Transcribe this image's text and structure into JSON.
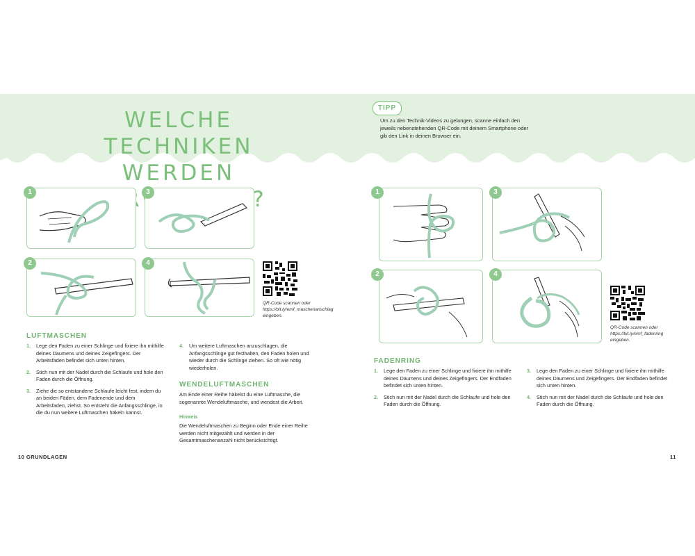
{
  "header": {
    "title_line1": "WELCHE TECHNIKEN",
    "title_line2": "WERDEN VERWENDET?",
    "tipp_label": "TIPP",
    "tipp_text": "Um zu den Technik-Videos zu gelangen, scanne einfach den jeweils nebenstehenden QR-Code mit deinem Smartphone oder gib den Link in deinen Browser ein."
  },
  "colors": {
    "accent": "#7bbf7b",
    "band": "#e3f1e0",
    "yarn": "#9fd0b6"
  },
  "left_page": {
    "panel_numbers": [
      "1",
      "3",
      "2",
      "4"
    ],
    "qr_caption_1": "QR-Code scannen oder",
    "qr_caption_2": "https://bit.ly/emf_maschenanschlag",
    "qr_caption_3": "eingeben.",
    "section_title": "LUFTMASCHEN",
    "steps": [
      {
        "n": "1.",
        "text": "Lege den Faden zu einer Schlinge und fixiere ihn mithilfe deines Daumens und deines Zeigefingers. Der Arbeitsfaden befindet sich unten hinten."
      },
      {
        "n": "2.",
        "text": "Stich nun mit der Nadel durch die Schlaufe und hole den Faden durch die Öffnung."
      },
      {
        "n": "3.",
        "text": "Ziehe die so entstandene Schlaufe leicht fest, indem du an beiden Fäden, dem Fadenende und dem Arbeitsfaden, ziehst. So entsteht die Anfangsschlinge, in die du nun weitere Luftmaschen häkeln kannst."
      },
      {
        "n": "4.",
        "text": "Um weitere Luftmaschen anzuschlagen, die Anfangsschlinge gut festhalten, den Faden holen und wieder durch die Schlinge ziehen. So oft wie nötig wiederholen."
      }
    ],
    "sub_title": "WENDELUFTMASCHEN",
    "sub_text": "Am Ende einer Reihe häkelst du eine Luftmasche, die sogenannte Wendeluftmasche, und wendest die Arbeit.",
    "hint_label": "Hinweis",
    "hint_text": "Die Wendeluftmaschen zu Beginn oder Ende einer Reihe werden nicht mitgezählt und werden in der Gesamtmaschenanzahl nicht berücksichtigt.",
    "footer": "10  GRUNDLAGEN"
  },
  "right_page": {
    "panel_numbers": [
      "1",
      "3",
      "2",
      "4"
    ],
    "qr_caption_1": "QR-Code scannen oder",
    "qr_caption_2": "https://bit.ly/emf_fadenring",
    "qr_caption_3": "eingeben.",
    "section_title": "FADENRING",
    "steps": [
      {
        "n": "1.",
        "text": "Lege den Faden zu einer Schlinge und fixiere ihn mithilfe deines Daumens und deines Zeigefingers. Der Endfaden befindet sich unten hinten."
      },
      {
        "n": "2.",
        "text": "Stich nun mit der Nadel durch die Schlaufe und hole den Faden durch die Öffnung."
      },
      {
        "n": "3.",
        "text": "Lege den Faden zu einer Schlinge und fixiere ihn mithilfe deines Daumens und Zeigefingers. Der Endfaden befindet sich unten hinten."
      },
      {
        "n": "4.",
        "text": "Stich nun mit der Nadel durch die Schlaufe und hole den Faden durch die Öffnung."
      }
    ],
    "footer": "11"
  }
}
